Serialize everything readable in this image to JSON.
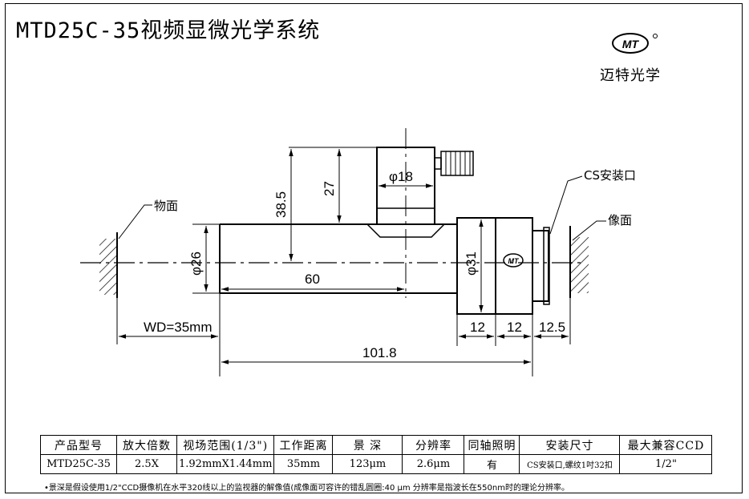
{
  "title": "MTD25C-35视频显微光学系统",
  "brand": {
    "logo_text": "MT",
    "name": "迈特光学"
  },
  "drawing": {
    "labels": {
      "object_plane": "物面",
      "image_plane": "像面",
      "cs_mount": "CS安装口",
      "lens_logo": "MT"
    },
    "dimensions": {
      "diameter_top": "φ18",
      "height_27": "27",
      "height_38_5": "38.5",
      "diameter_body": "φ26",
      "length_60": "60",
      "diameter_rear": "φ31",
      "seg_12_a": "12",
      "seg_12_b": "12",
      "seg_12_5": "12.5",
      "working_distance": "WD=35mm",
      "total_length": "101.8"
    }
  },
  "spec_table": {
    "headers": [
      "产品型号",
      "放大倍数",
      "视场范围(1/3\")",
      "工作距离",
      "景  深",
      "分辨率",
      "同轴照明",
      "安装尺寸",
      "最大兼容CCD"
    ],
    "row": [
      "MTD25C-35",
      "2.5X",
      "1.92mmX1.44mm",
      "35mm",
      "123μm",
      "2.6μm",
      "有",
      "CS安装口,螺纹1吋32扣",
      "1/2\""
    ]
  },
  "footnote": "•景深是假设使用1/2\"CCD摄像机在水平320线以上的监视器的解像值(成像面可容许的错乱圆圈:40 μm 分辨率是指波长在550nm时的理论分辨率。"
}
